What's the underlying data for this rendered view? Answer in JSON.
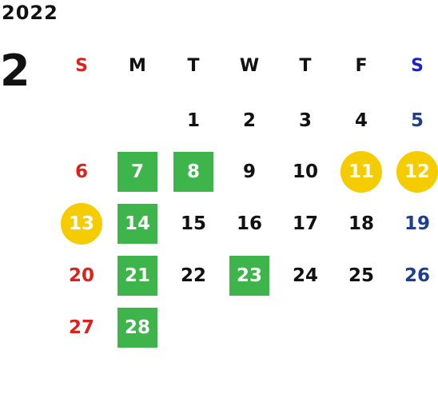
{
  "year": "2022",
  "month": "2",
  "weekdays": [
    "S",
    "M",
    "T",
    "W",
    "T",
    "F",
    "S"
  ],
  "days": [
    "1",
    "2",
    "3",
    "4",
    "5",
    "6",
    "7",
    "8",
    "9",
    "10",
    "11",
    "12",
    "13",
    "14",
    "15",
    "16",
    "17",
    "18",
    "19",
    "20",
    "21",
    "22",
    "23",
    "24",
    "25",
    "26",
    "27",
    "28"
  ],
  "first_weekday_index": 2,
  "green_days": [
    "7",
    "8",
    "14",
    "21",
    "23",
    "28"
  ],
  "yellow_days": [
    "11",
    "12",
    "13"
  ],
  "colors": {
    "sunday": "#e0201a",
    "saturday": "#1e3f8f",
    "saturday_header": "#1a22cc",
    "green_highlight": "#3db54a",
    "yellow_highlight": "#f5cc00"
  }
}
